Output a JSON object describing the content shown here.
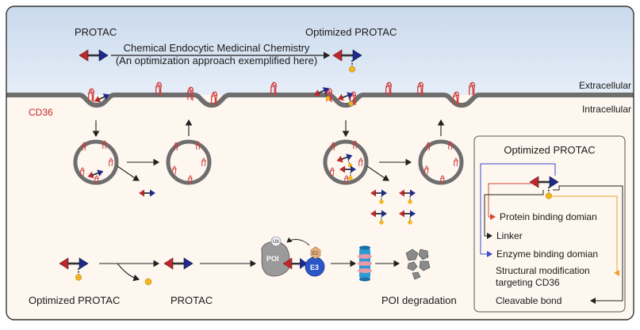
{
  "top": {
    "protac_label": "PROTAC",
    "optimized_label": "Optimized PROTAC",
    "method_line1": "Chemical Endocytic Medicinal Chemistry",
    "method_line2": "(An optimization approach exemplified here)"
  },
  "membrane": {
    "extracellular": "Extracellular",
    "intracellular": "Intracellular",
    "receptor": "CD36"
  },
  "bottom": {
    "optimized_label": "Optimized PROTAC",
    "protac_label": "PROTAC",
    "poi": "POI",
    "ub": "Ub",
    "e2": "E2",
    "e3": "E3",
    "degradation": "POI degradation"
  },
  "legend": {
    "title": "Optimized PROTAC",
    "items": [
      "Protein binding domian",
      "Linker",
      "Enzyme binding domian",
      "Structural modification",
      "targeting CD36",
      "Cleavable bond"
    ]
  },
  "colors": {
    "red_domain": "#c0272d",
    "blue_domain": "#1f2a8a",
    "ligand": "#f2b51d",
    "receptor": "#d23a3a",
    "membrane": "#7a7a7a",
    "extracellular_bg": "#dce7f3",
    "intracellular_bg": "#fdf7ef",
    "legend_red_line": "#d24a3a",
    "legend_blue_line": "#3a4ad0",
    "legend_orange_line": "#f0a030"
  }
}
